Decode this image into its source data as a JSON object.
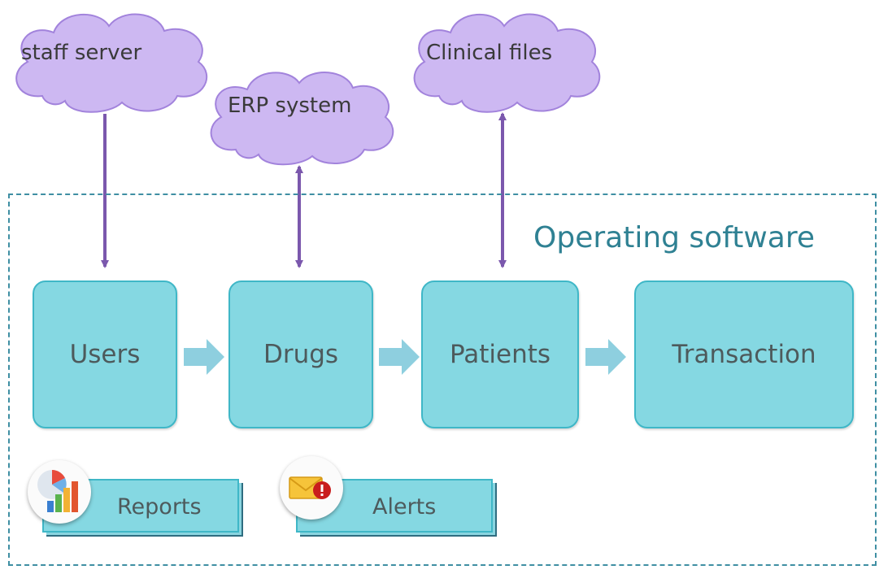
{
  "clouds": {
    "staff_server": "staff server",
    "erp_system": "ERP system",
    "clinical_files": "Clinical files"
  },
  "boundary": {
    "label": "Operating software"
  },
  "modules": {
    "users": "Users",
    "drugs": "Drugs",
    "patients": "Patients",
    "transaction": "Transaction"
  },
  "tools": {
    "reports": "Reports",
    "alerts": "Alerts"
  },
  "colors": {
    "cloud_fill": "#cdb8f2",
    "cloud_stroke": "#a283dc",
    "connector": "#7b58ad",
    "module_fill": "#85d8e2",
    "module_stroke": "#3fb7c7",
    "flow_arrow": "#8ecfdf",
    "boundary": "#3f8fa3",
    "boundary_text": "#2f8193"
  }
}
